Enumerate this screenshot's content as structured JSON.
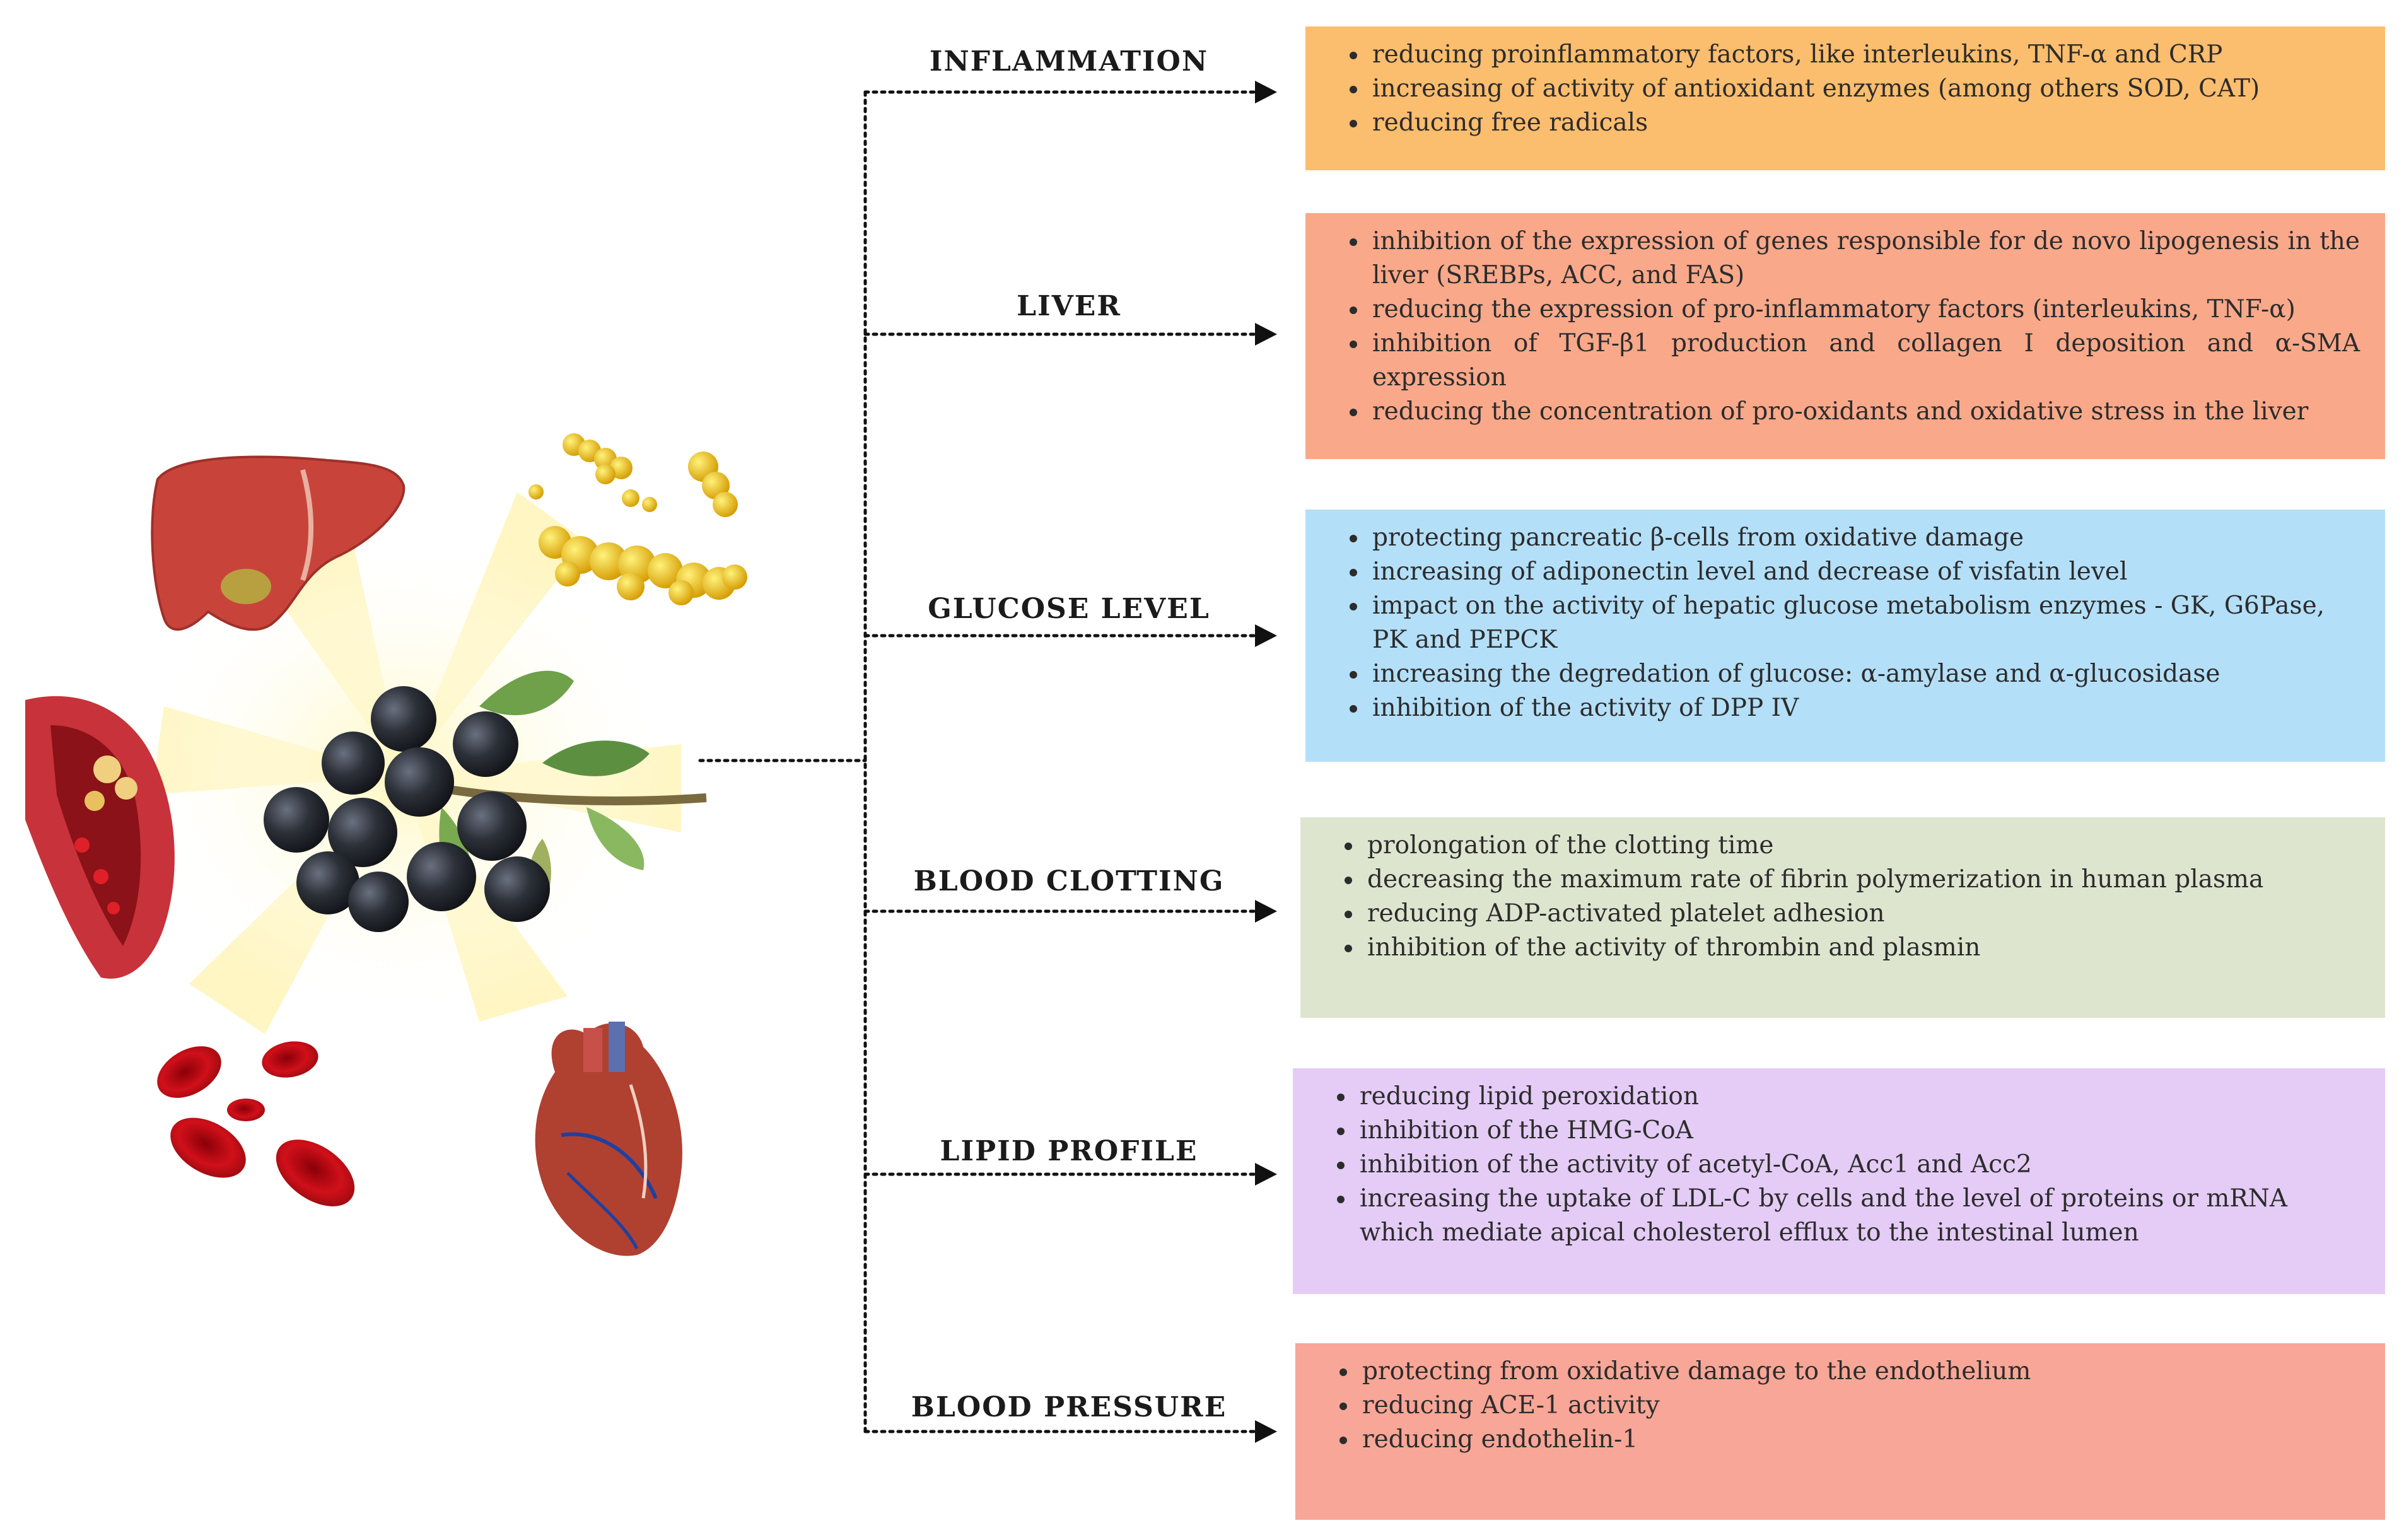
{
  "categories": [
    {
      "key": "inflammation",
      "label": "INFLAMMATION",
      "color": "#fbbd6e",
      "items": [
        "reducing proinflammatory factors, like interleukins, TNF-α and CRP",
        "increasing of activity of antioxidant enzymes (among others SOD, CAT)",
        "reducing free radicals"
      ]
    },
    {
      "key": "liver",
      "label": "LIVER",
      "color": "#f9a88a",
      "items": [
        "inhibition of the expression of genes responsible for de novo lipogenesis in the liver (SREBPs, ACC, and FAS)",
        "reducing the expression of pro-inflammatory factors (interleukins, TNF-α)",
        "inhibition of TGF-β1 production and collagen I deposition and α-SMA expression",
        "reducing the concentration of pro-oxidants and oxidative stress in the liver"
      ]
    },
    {
      "key": "glucose",
      "label": "GLUCOSE LEVEL",
      "color": "#b4dff8",
      "items": [
        "protecting pancreatic β-cells from oxidative damage",
        "increasing of adiponectin level and decrease of visfatin level",
        "impact on the activity of hepatic glucose metabolism enzymes - GK, G6Pase, PK and PEPCK",
        "increasing the degredation of glucose: α-amylase  and α-glucosidase",
        "inhibition of the activity of DPP IV"
      ]
    },
    {
      "key": "clotting",
      "label": "BLOOD CLOTTING",
      "color": "#dde5cf",
      "items": [
        "prolongation of the clotting time",
        "decreasing the maximum rate of fibrin polymerization in human plasma",
        "reducing ADP-activated platelet adhesion",
        "inhibition of the activity of thrombin and plasmin"
      ]
    },
    {
      "key": "lipid",
      "label": "LIPID PROFILE",
      "color": "#e4ccf6",
      "items": [
        "reducing lipid peroxidation",
        "inhibition of the HMG-CoA",
        "inhibition of the activity of acetyl-CoA, Acc1 and Acc2",
        "increasing the uptake of LDL-C by cells and the level of proteins or mRNA which mediate apical cholesterol efflux to the intestinal lumen"
      ]
    },
    {
      "key": "pressure",
      "label": "BLOOD PRESSURE",
      "color": "#f8a697",
      "items": [
        "protecting from oxidative damage to the endothelium",
        "reducing ACE-1 activity",
        "reducing endothelin-1"
      ]
    }
  ],
  "illustration": {
    "center": "aronia-berries-icon",
    "surrounding": [
      "liver-icon",
      "fat-globules-icon",
      "clogged-artery-icon",
      "red-blood-cells-icon",
      "heart-icon"
    ],
    "ray_color": "#fff6c8"
  }
}
